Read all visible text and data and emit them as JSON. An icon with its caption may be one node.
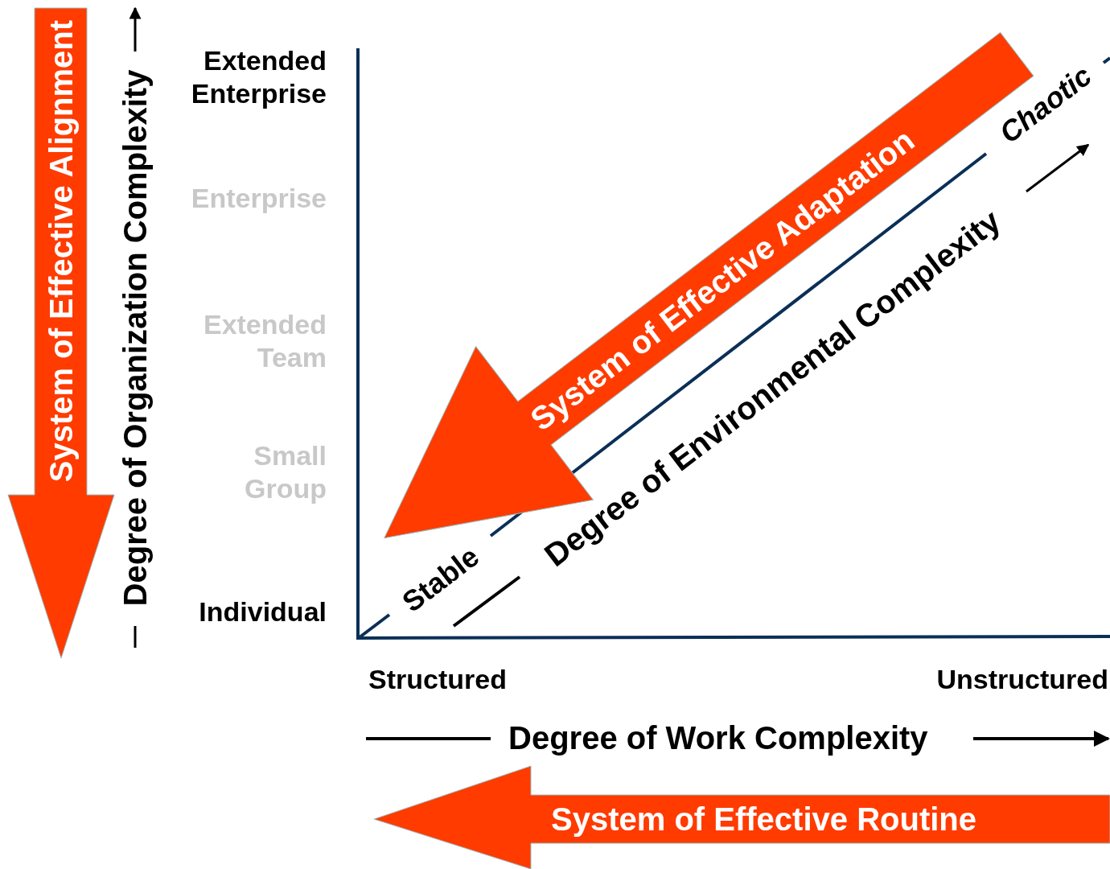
{
  "diagram": {
    "nodes": [
      {
        "text": [
          "System of Effective Alignment"
        ]
      },
      {
        "text": [
          "System of Effective Adaptation"
        ]
      },
      {
        "text": [
          "System of Effective Routine"
        ]
      }
    ],
    "labels": [
      "Degree of Organization Complexity",
      "Extended Enterprise",
      "Enterprise",
      "Extended Team",
      "Small Group",
      "Individual",
      "Chaotic",
      "Degree of Environmental Complexity",
      "Stable",
      "Structured",
      "Unstructured",
      "Degree of Work Complexity"
    ]
  }
}
